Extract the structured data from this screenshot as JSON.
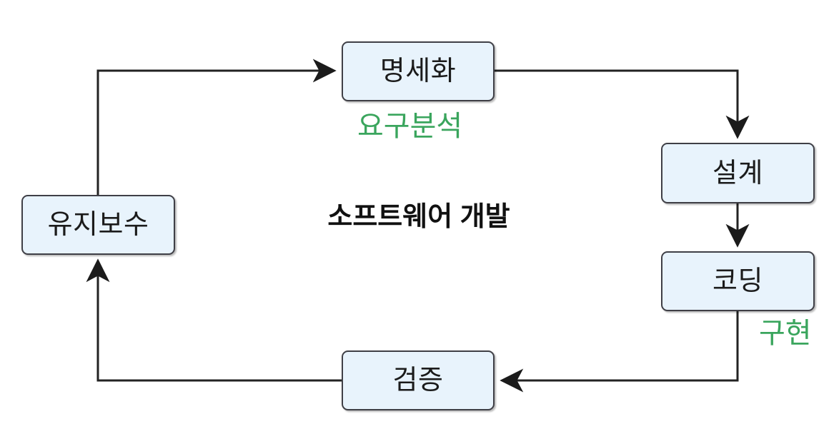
{
  "diagram": {
    "title": "소프트웨어 개발",
    "type": "software-development-lifecycle-cycle",
    "accent_green": "#3aa55d",
    "node_fill": "#e8f3fc",
    "node_border": "#3f3f46",
    "edge_color": "#222222",
    "nodes": [
      {
        "id": "spec",
        "label": "명세화"
      },
      {
        "id": "design",
        "label": "설계"
      },
      {
        "id": "coding",
        "label": "코딩"
      },
      {
        "id": "verify",
        "label": "검증"
      },
      {
        "id": "maint",
        "label": "유지보수"
      }
    ],
    "phase_labels": [
      {
        "id": "requirements",
        "label": "요구분석"
      },
      {
        "id": "implementation",
        "label": "구현"
      }
    ],
    "edges": [
      {
        "from": "maint",
        "to": "spec",
        "arrow": "right"
      },
      {
        "from": "spec",
        "to": "design",
        "arrow": "down"
      },
      {
        "from": "design",
        "to": "coding",
        "arrow": "down"
      },
      {
        "from": "coding",
        "to": "verify",
        "arrow": "left"
      },
      {
        "from": "verify",
        "to": "maint",
        "arrow": "up"
      }
    ]
  }
}
